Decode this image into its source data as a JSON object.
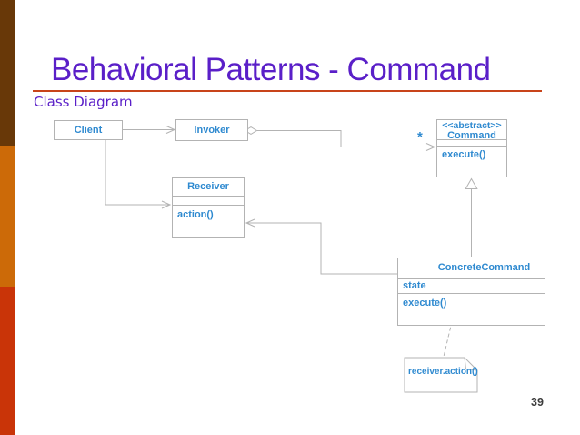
{
  "slide": {
    "title": "Behavioral Patterns - Command",
    "subtitle": "Class Diagram",
    "page_number": "39"
  },
  "colors": {
    "title_purple": "#5a1fc8",
    "underline_orange": "#c8441a",
    "uml_text_blue": "#2f8ad0",
    "box_border_gray": "#b3b3b3",
    "sidebar_brown": "#683808",
    "sidebar_orange": "#cc6a08",
    "sidebar_red": "#c93408"
  },
  "diagram": {
    "classes": {
      "client": {
        "name": "Client"
      },
      "invoker": {
        "name": "Invoker"
      },
      "command": {
        "stereotype": "<<abstract>>",
        "name": "Command",
        "operation": "execute()"
      },
      "receiver": {
        "name": "Receiver",
        "operation": "action()"
      },
      "concrete": {
        "name": "ConcreteCommand",
        "attribute": "state",
        "operation": "execute()"
      }
    },
    "note": {
      "text": "receiver.action()"
    },
    "multiplicity": "*"
  }
}
